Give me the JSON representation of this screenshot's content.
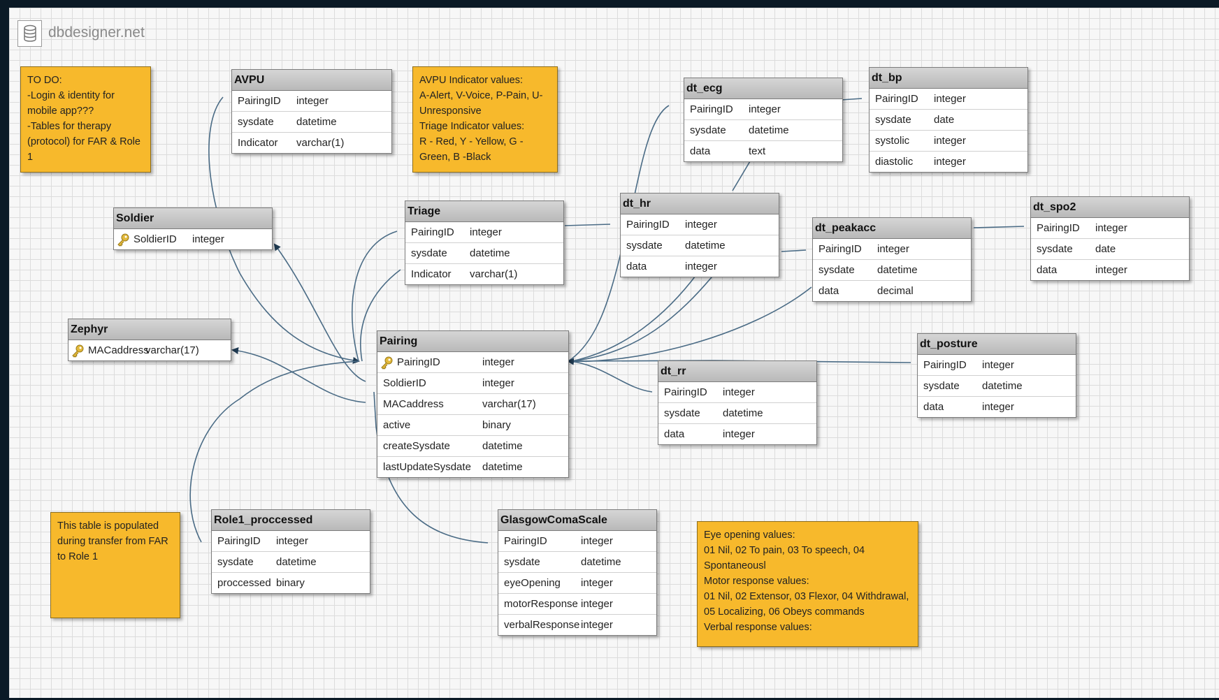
{
  "brand": {
    "name": "dbdesigner.net",
    "logo_icon": "database-icon"
  },
  "colors": {
    "note_bg": "#f7b92c",
    "connector": "#4a6b85",
    "header_bg": "#c4c4c4"
  },
  "notes": {
    "todo": "TO DO:\n-Login & identity for mobile app???\n-Tables for therapy (protocol) for FAR & Role 1",
    "avpu": "AVPU Indicator values:\nA-Alert, V-Voice, P-Pain, U-Unresponsive\nTriage Indicator values:\nR - Red, Y - Yellow, G - Green, B -Black",
    "role1": "This table is populated during transfer from FAR to Role 1",
    "eye": "Eye opening values:\n01 Nil, 02 To pain, 03 To speech, 04 Spontaneousl\nMotor response values:\n01 Nil, 02 Extensor, 03 Flexor, 04 Withdrawal, 05 Localizing, 06 Obeys commands\nVerbal response values:"
  },
  "tables": {
    "avpu": {
      "name": "AVPU",
      "rows": [
        {
          "field": "PairingID",
          "type": "integer"
        },
        {
          "field": "sysdate",
          "type": "datetime"
        },
        {
          "field": "Indicator",
          "type": "varchar(1)"
        }
      ]
    },
    "soldier": {
      "name": "Soldier",
      "rows": [
        {
          "field": "SoldierID",
          "type": "integer",
          "key": true
        }
      ]
    },
    "zephyr": {
      "name": "Zephyr",
      "rows": [
        {
          "field": "MACaddress",
          "type": "varchar(17)",
          "key": true
        }
      ]
    },
    "triage": {
      "name": "Triage",
      "rows": [
        {
          "field": "PairingID",
          "type": "integer"
        },
        {
          "field": "sysdate",
          "type": "datetime"
        },
        {
          "field": "Indicator",
          "type": "varchar(1)"
        }
      ]
    },
    "pairing": {
      "name": "Pairing",
      "rows": [
        {
          "field": "PairingID",
          "type": "integer",
          "key": true
        },
        {
          "field": "SoldierID",
          "type": "integer"
        },
        {
          "field": "MACaddress",
          "type": "varchar(17)"
        },
        {
          "field": "active",
          "type": "binary"
        },
        {
          "field": "createSysdate",
          "type": "datetime"
        },
        {
          "field": "lastUpdateSysdate",
          "type": "datetime"
        }
      ]
    },
    "dt_ecg": {
      "name": "dt_ecg",
      "rows": [
        {
          "field": "PairingID",
          "type": "integer"
        },
        {
          "field": "sysdate",
          "type": "datetime"
        },
        {
          "field": "data",
          "type": "text"
        }
      ]
    },
    "dt_bp": {
      "name": "dt_bp",
      "rows": [
        {
          "field": "PairingID",
          "type": "integer"
        },
        {
          "field": "sysdate",
          "type": "date"
        },
        {
          "field": "systolic",
          "type": "integer"
        },
        {
          "field": "diastolic",
          "type": "integer"
        }
      ]
    },
    "dt_hr": {
      "name": "dt_hr",
      "rows": [
        {
          "field": "PairingID",
          "type": "integer"
        },
        {
          "field": "sysdate",
          "type": "datetime"
        },
        {
          "field": "data",
          "type": "integer"
        }
      ]
    },
    "dt_peakacc": {
      "name": "dt_peakacc",
      "rows": [
        {
          "field": "PairingID",
          "type": "integer"
        },
        {
          "field": "sysdate",
          "type": "datetime"
        },
        {
          "field": "data",
          "type": "decimal"
        }
      ]
    },
    "dt_spo2": {
      "name": "dt_spo2",
      "rows": [
        {
          "field": "PairingID",
          "type": "integer"
        },
        {
          "field": "sysdate",
          "type": "date"
        },
        {
          "field": "data",
          "type": "integer"
        }
      ]
    },
    "dt_posture": {
      "name": "dt_posture",
      "rows": [
        {
          "field": "PairingID",
          "type": "integer"
        },
        {
          "field": "sysdate",
          "type": "datetime"
        },
        {
          "field": "data",
          "type": "integer"
        }
      ]
    },
    "dt_rr": {
      "name": "dt_rr",
      "rows": [
        {
          "field": "PairingID",
          "type": "integer"
        },
        {
          "field": "sysdate",
          "type": "datetime"
        },
        {
          "field": "data",
          "type": "integer"
        }
      ]
    },
    "role1": {
      "name": "Role1_proccessed",
      "rows": [
        {
          "field": "PairingID",
          "type": "integer"
        },
        {
          "field": "sysdate",
          "type": "datetime"
        },
        {
          "field": "proccessed",
          "type": "binary"
        }
      ]
    },
    "gcs": {
      "name": "GlasgowComaScale",
      "rows": [
        {
          "field": "PairingID",
          "type": "integer"
        },
        {
          "field": "sysdate",
          "type": "datetime"
        },
        {
          "field": "eyeOpening",
          "type": "integer"
        },
        {
          "field": "motorResponse",
          "type": "integer"
        },
        {
          "field": "verbalResponse",
          "type": "integer"
        }
      ]
    }
  }
}
